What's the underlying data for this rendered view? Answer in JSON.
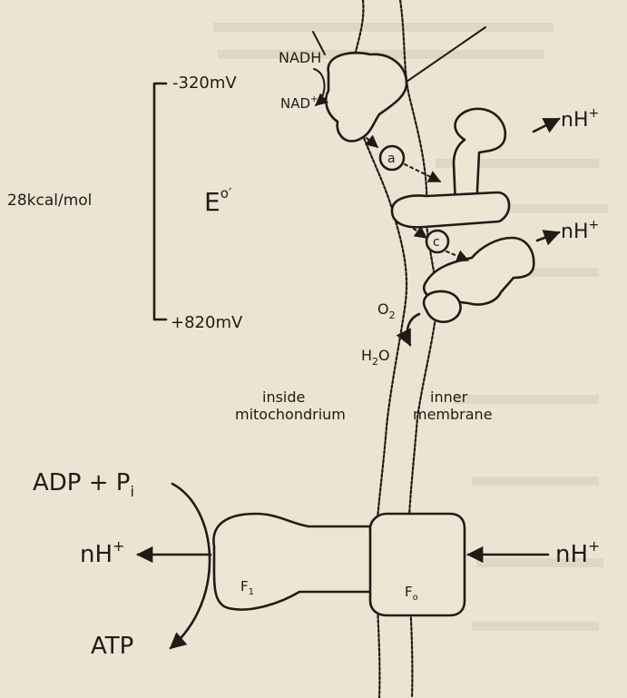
{
  "diagram": {
    "electron_transport": {
      "donor": "NADH",
      "donor_oxidized": "NAD",
      "donor_oxidized_charge": "+",
      "potential_top": "-320mV",
      "potential_bottom": "+820mV",
      "energy": "28kcal/mol",
      "symbol": "E",
      "symbol_superscript": "o′",
      "carrier_a": "a",
      "carrier_c": "c",
      "oxygen": "O",
      "oxygen_subscript": "2",
      "water_prefix": "H",
      "water_subscript": "2",
      "water_suffix": "O",
      "proton_out_1": "nH",
      "proton_out_2": "nH",
      "proton_charge": "+"
    },
    "region_labels": {
      "inside_line1": "inside",
      "inside_line2": "mitochondrium",
      "membrane_line1": "inner",
      "membrane_line2": "membrane"
    },
    "atp_synthase": {
      "substrate": "ADP + P",
      "substrate_subscript": "i",
      "product": "ATP",
      "proton_left": "nH",
      "proton_right": "nH",
      "proton_charge": "+",
      "f1_label": "F",
      "f1_subscript": "1",
      "fo_label": "F",
      "fo_subscript": "o"
    }
  }
}
